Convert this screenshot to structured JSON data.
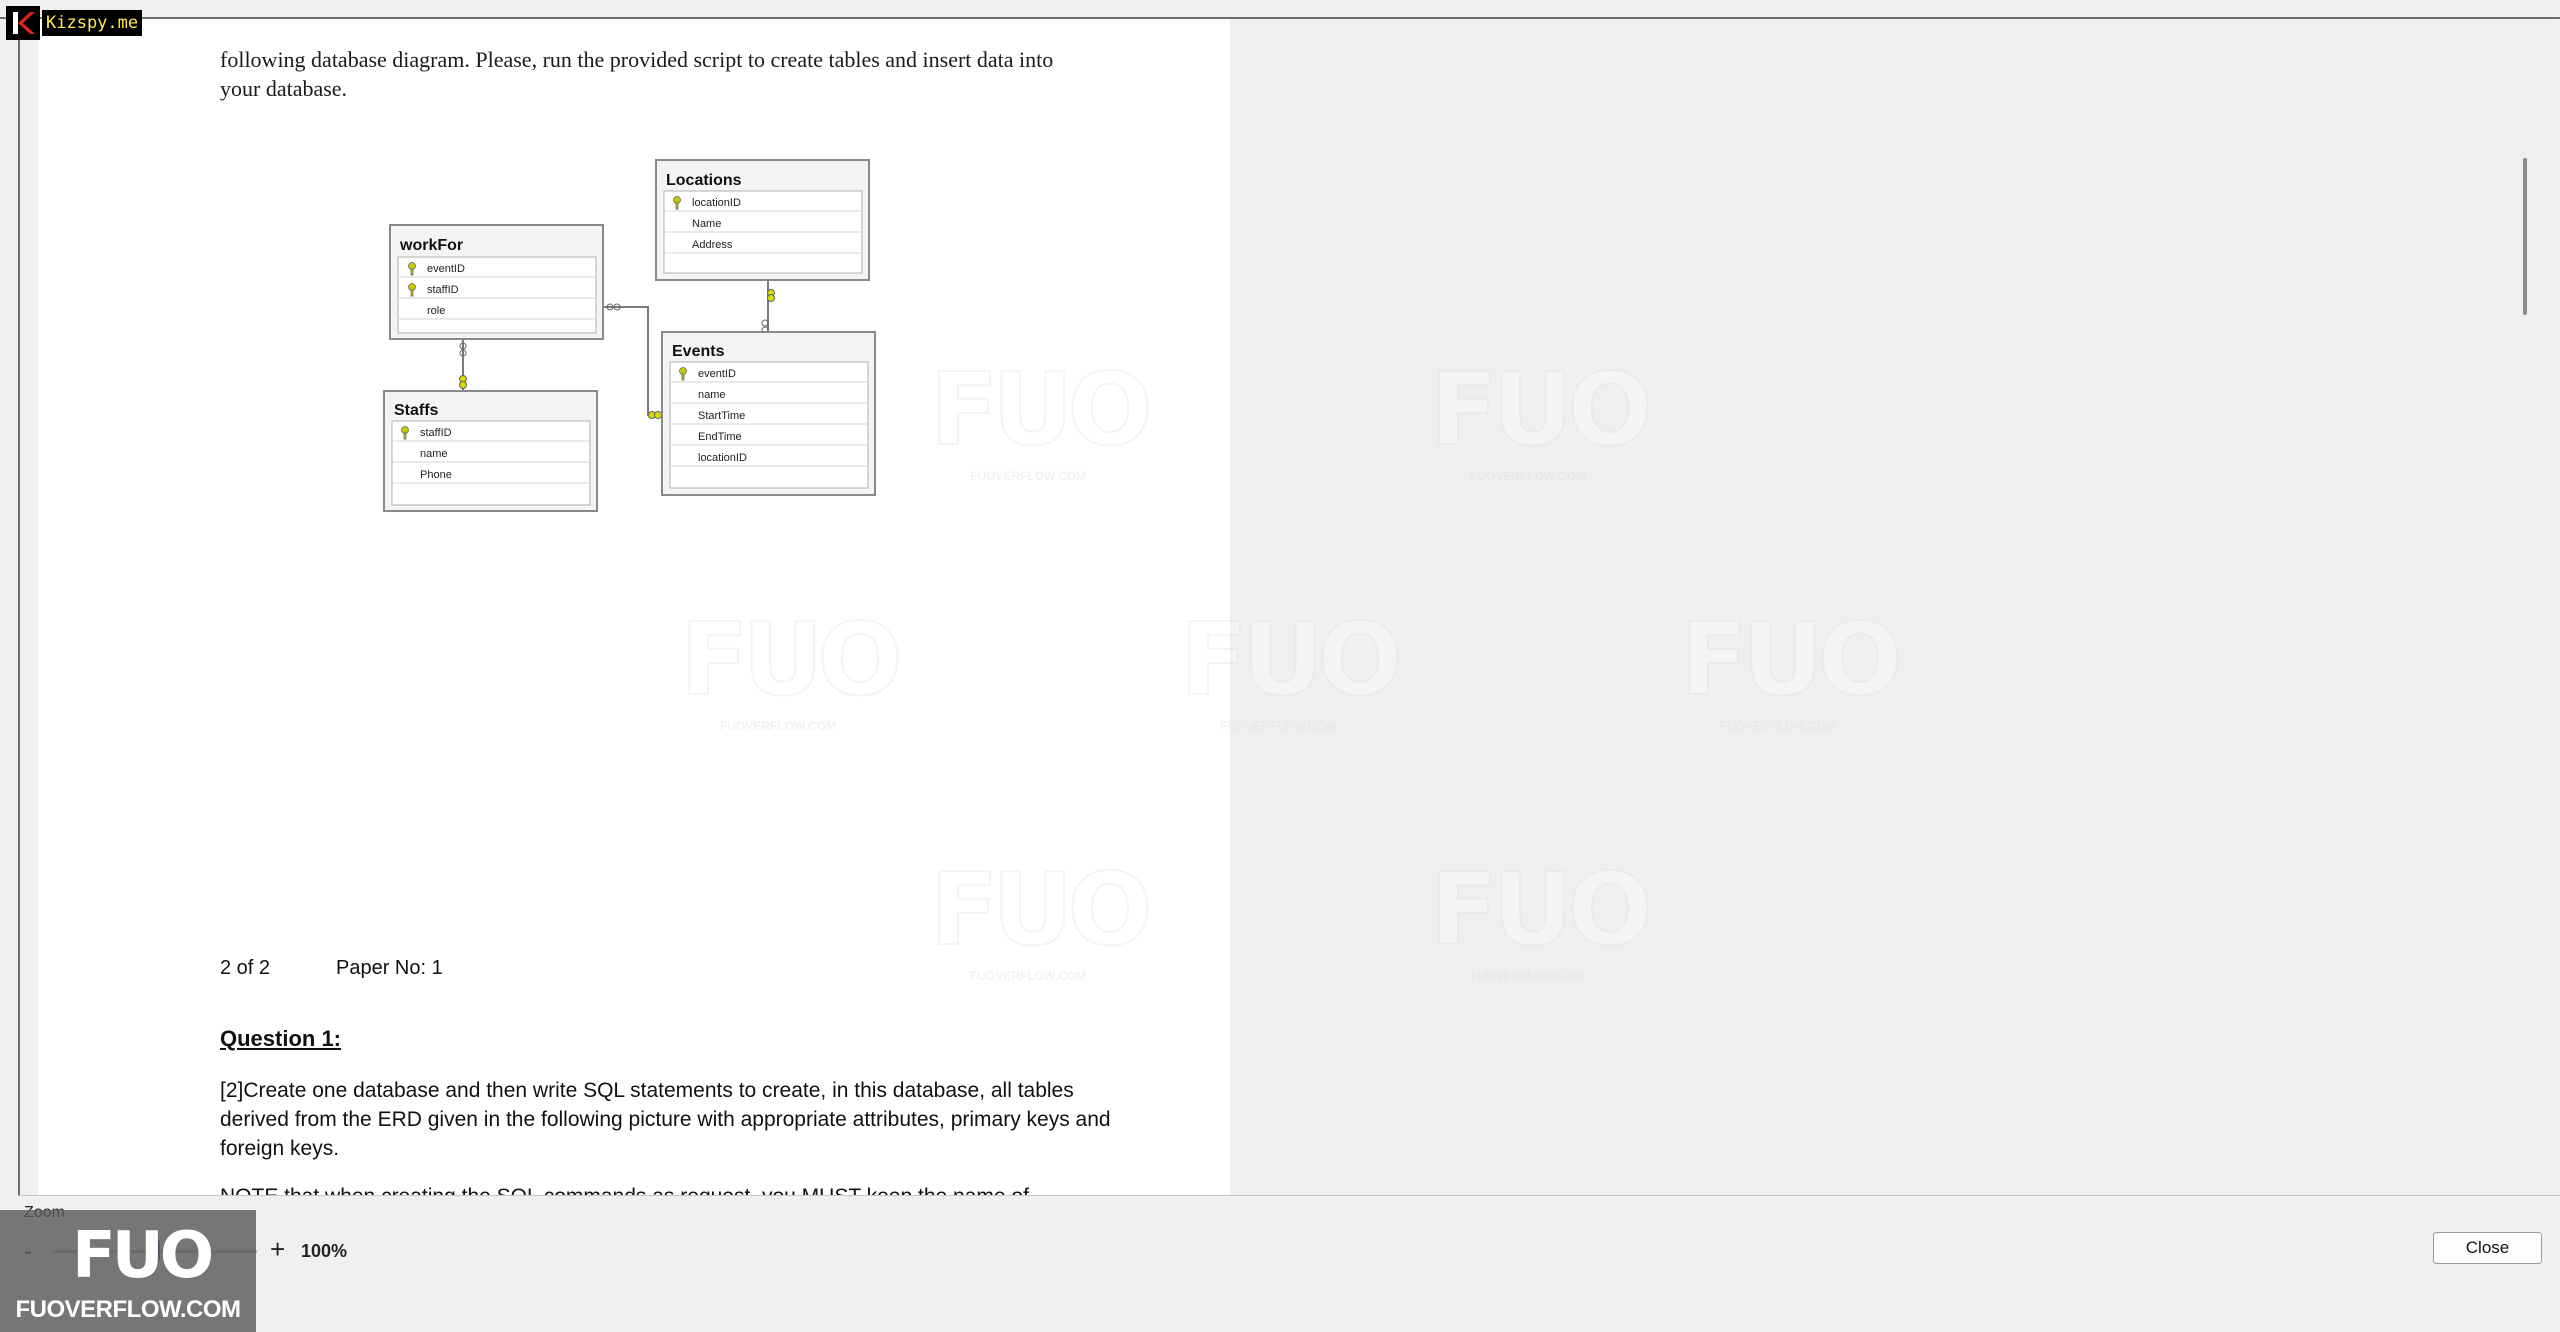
{
  "badge": {
    "text": "Kizspy.me"
  },
  "document": {
    "intro_line1": "following database diagram. Please, run the provided script to create tables and insert data into",
    "intro_line2": "your database.",
    "page_indicator": "2 of 2",
    "paper_no": "Paper No: 1",
    "question_title": "Question 1:",
    "question_body": "[2]Create one database and then write SQL statements to create, in this database, all tables derived from the ERD given in the following picture with appropriate attributes, primary keys and foreign keys.",
    "note": "NOTE that when creating the SQL commands as request, you MUST keep the name of"
  },
  "erd": {
    "tables": [
      {
        "name": "workFor",
        "fields": [
          "eventID",
          "staffID",
          "role"
        ],
        "keys": [
          true,
          true,
          false
        ]
      },
      {
        "name": "Locations",
        "fields": [
          "locationID",
          "Name",
          "Address"
        ],
        "keys": [
          true,
          false,
          false
        ]
      },
      {
        "name": "Events",
        "fields": [
          "eventID",
          "name",
          "StartTime",
          "EndTime",
          "locationID"
        ],
        "keys": [
          true,
          false,
          false,
          false,
          false
        ]
      },
      {
        "name": "Staffs",
        "fields": [
          "staffID",
          "name",
          "Phone"
        ],
        "keys": [
          true,
          false,
          false
        ]
      }
    ]
  },
  "watermark": {
    "sub_text": "FUOVERFLOW.COM"
  },
  "zoom": {
    "label": "Zoom",
    "minus": "-",
    "plus": "+",
    "value": "100%",
    "level_percent": 100
  },
  "brand": {
    "logo": "FUO",
    "text": "FUOVERFLOW.COM"
  },
  "buttons": {
    "close": "Close"
  },
  "colors": {
    "key_icon": "#c8c800",
    "accent": "#1f5fa3"
  }
}
